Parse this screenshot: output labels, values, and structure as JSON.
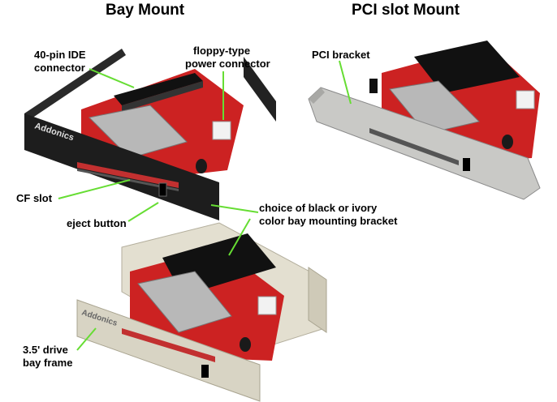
{
  "titles": {
    "left": "Bay Mount",
    "right": "PCI slot Mount"
  },
  "labels": {
    "ide_connector": [
      "40-pin IDE",
      "connector"
    ],
    "power_connector": [
      "floppy-type",
      "power connector"
    ],
    "pci_bracket": "PCI bracket",
    "cf_slot": "CF slot",
    "eject_button": "eject button",
    "bracket_color": [
      "choice of black or ivory",
      "color bay mounting bracket"
    ],
    "drive_bay_frame": [
      "3.5' drive",
      "bay frame"
    ]
  },
  "brand_text": "Addonics",
  "colors": {
    "leader_line": "#66dd33",
    "pcb_red": "#cc2222",
    "black_bracket": "#1a1a1a",
    "metal_bracket": "#c9c9c6",
    "ivory_frame": "#d8d4c4",
    "ide_header": "#111111"
  }
}
